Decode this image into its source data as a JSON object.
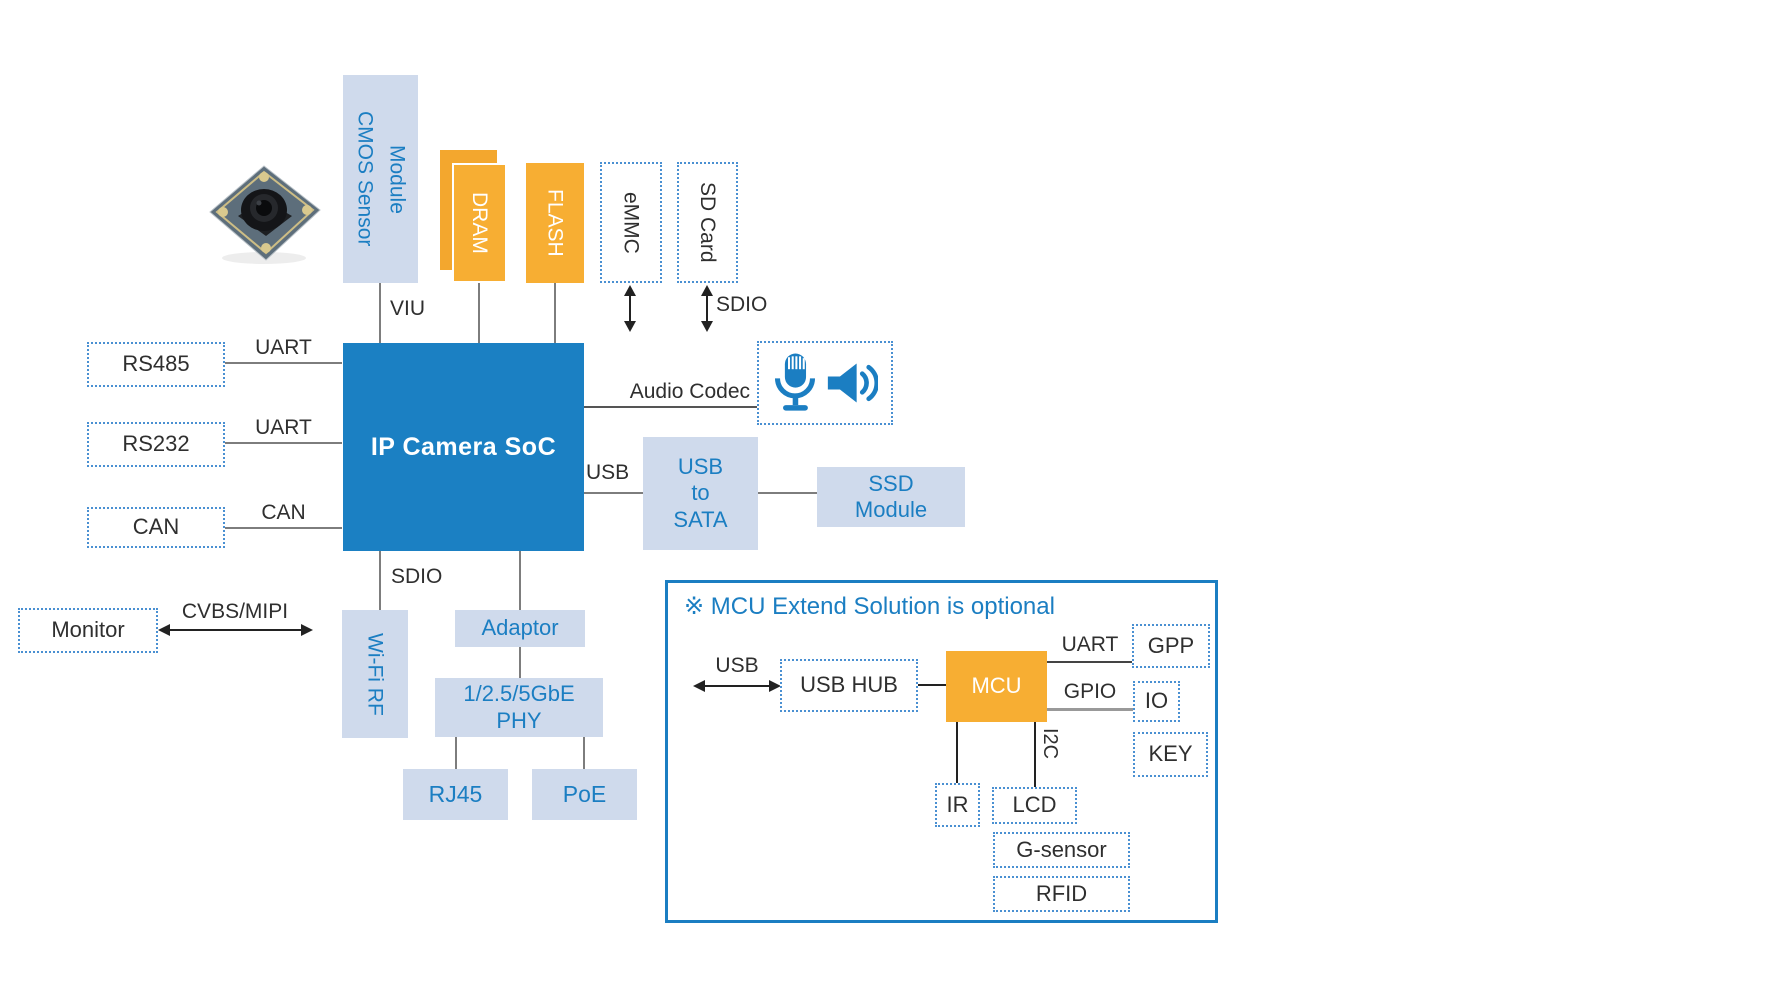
{
  "soc": {
    "label": "IP Camera SoC"
  },
  "sensors": {
    "cmos": "CMOS Sensor\nModule",
    "dram": "DRAM",
    "flash": "FLASH",
    "emmc": "eMMC",
    "sd_card": "SD Card"
  },
  "buses": {
    "viu": "VIU",
    "sdio_top": "SDIO",
    "uart_rs485": "UART",
    "uart_rs232": "UART",
    "can": "CAN",
    "audio_codec": "Audio Codec",
    "usb": "USB",
    "sdio_bottom": "SDIO",
    "cvbs_mipi": "CVBS/MIPI"
  },
  "peripherals": {
    "rs485": "RS485",
    "rs232": "RS232",
    "can": "CAN",
    "monitor": "Monitor",
    "usb_to_sata": "USB\nto\nSATA",
    "ssd_module": "SSD\nModule",
    "wifi_rf": "Wi-Fi RF",
    "adaptor": "Adaptor",
    "phy": "1/2.5/5GbE\nPHY",
    "rj45": "RJ45",
    "poe": "PoE"
  },
  "mcu_section": {
    "title": "※ MCU Extend Solution is optional",
    "usb": "USB",
    "usb_hub": "USB HUB",
    "mcu": "MCU",
    "uart": "UART",
    "gpp": "GPP",
    "gpio": "GPIO",
    "io": "IO",
    "key": "KEY",
    "i2c": "I2C",
    "ir": "IR",
    "lcd": "LCD",
    "g_sensor": "G-sensor",
    "rfid": "RFID"
  },
  "icons": {
    "microphone": "microphone-icon",
    "speaker": "speaker-icon",
    "camera_module_photo": "camera-module-photo",
    "bidirectional_arrow": "bidirectional-arrow-icon"
  },
  "colors": {
    "soc_blue": "#1b80c3",
    "orange": "#f7ae33",
    "light_blue_fill": "#cfdaec",
    "blue_text": "#1b7ec2",
    "dotted_border_blue": "#4a90d2",
    "line_gray": "#7d7d7d",
    "text_dark": "#2f2f2f"
  }
}
